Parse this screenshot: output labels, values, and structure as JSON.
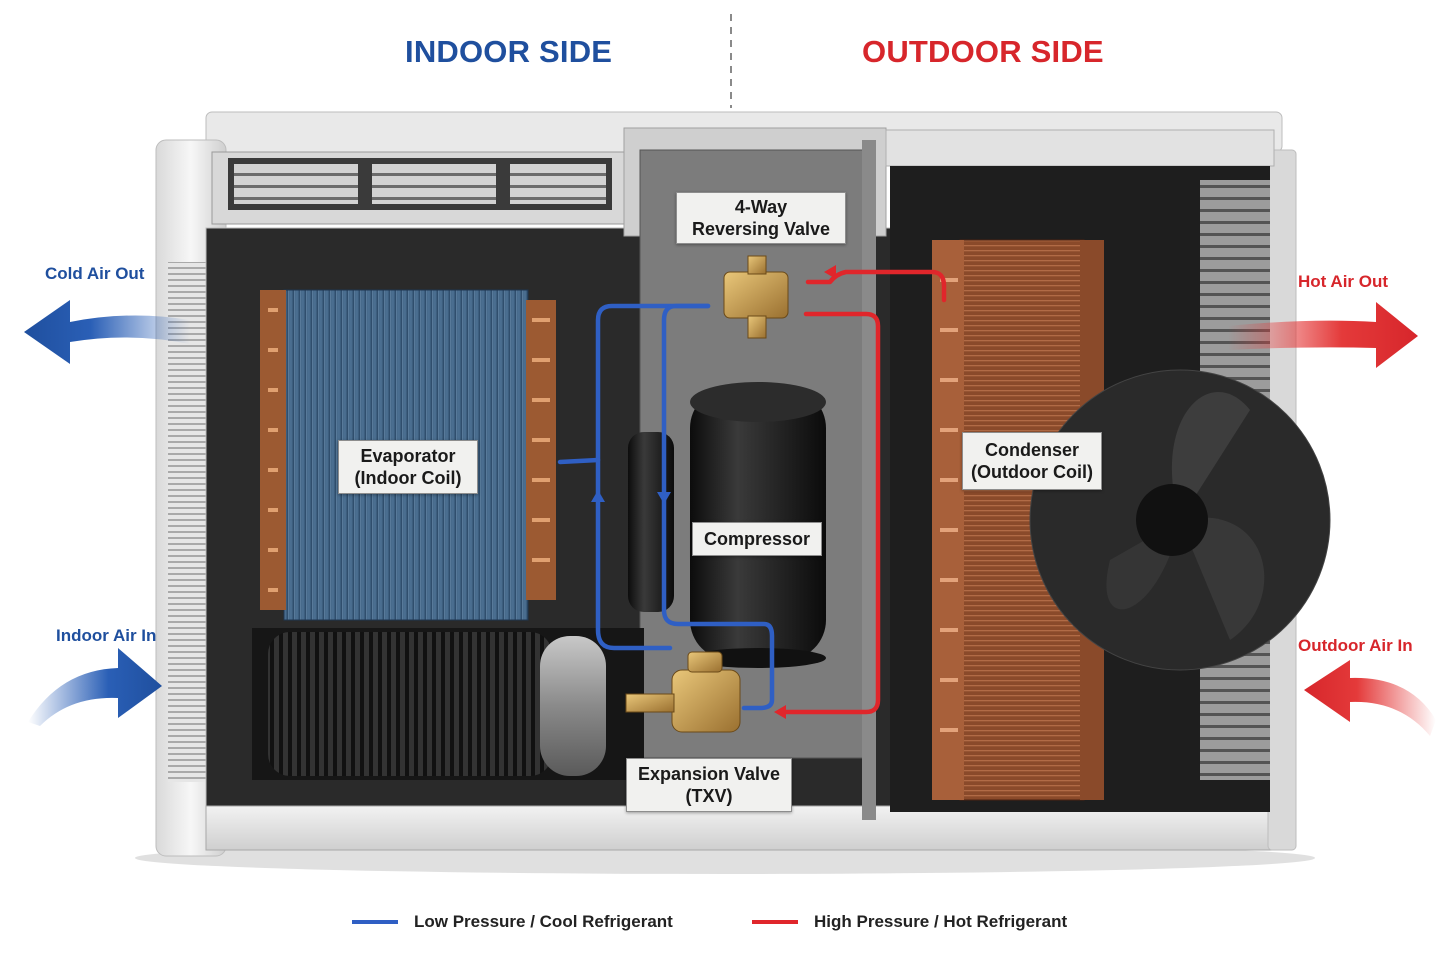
{
  "headings": {
    "indoor": "INDOOR SIDE",
    "outdoor": "OUTDOOR SIDE"
  },
  "airflow": {
    "cold_air_out": "Cold Air Out",
    "indoor_air_in": "Indoor Air In",
    "hot_air_out": "Hot Air Out",
    "outdoor_air_in": "Outdoor Air In"
  },
  "components": {
    "reversing_valve": {
      "line1": "4-Way",
      "line2": "Reversing Valve"
    },
    "evaporator": {
      "line1": "Evaporator",
      "line2": "(Indoor Coil)"
    },
    "compressor": {
      "line1": "Compressor"
    },
    "condenser": {
      "line1": "Condenser",
      "line2": "(Outdoor Coil)"
    },
    "expansion_valve": {
      "line1": "Expansion Valve",
      "line2": "(TXV)"
    }
  },
  "legend": {
    "low": {
      "label": "Low Pressure / Cool Refrigerant",
      "color": "#2f5fc4"
    },
    "high": {
      "label": "High Pressure / Hot Refrigerant",
      "color": "#e0262b"
    }
  },
  "colors": {
    "indoor": "#1f4f9e",
    "outdoor": "#d7262b",
    "copper": "#b8683a",
    "evaporator_fins": "#35597c",
    "compressor": "#1b1b1b"
  }
}
